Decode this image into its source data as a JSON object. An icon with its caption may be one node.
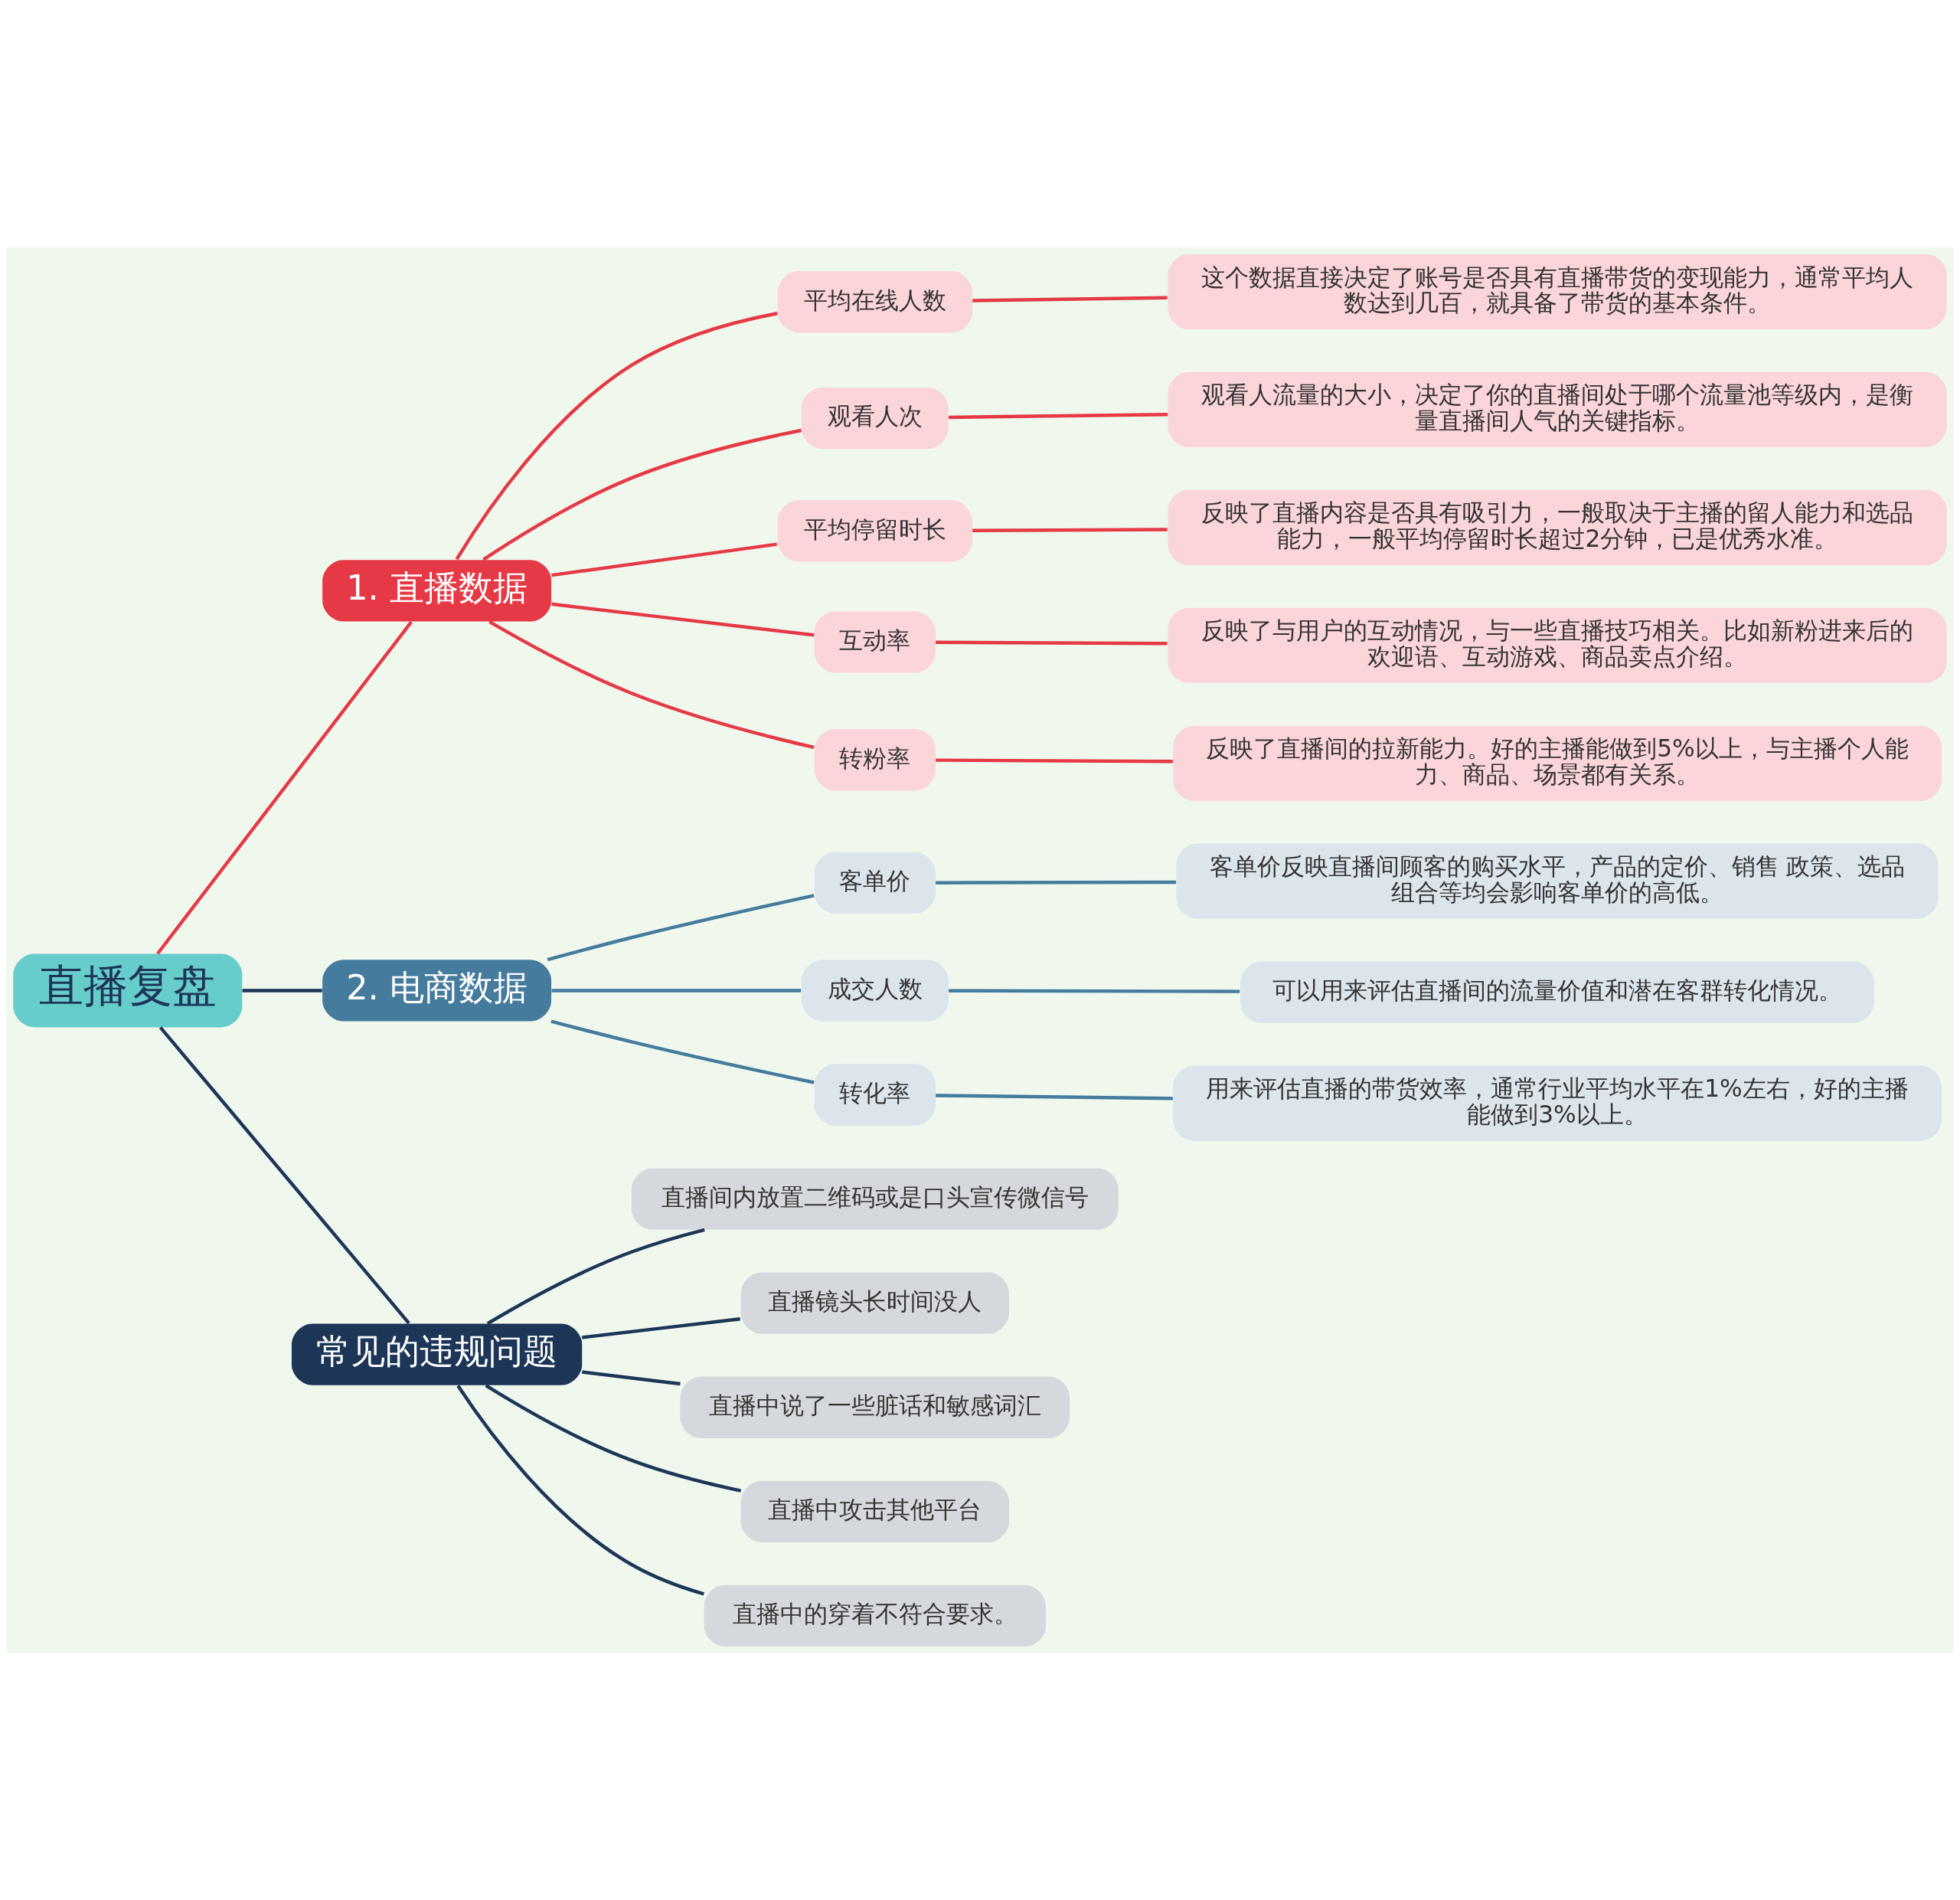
{
  "diagram": {
    "nodes": [
      {
        "text": [
          "直播复盘"
        ]
      },
      {
        "text": [
          "1. 直播数据"
        ]
      },
      {
        "text": [
          "平均在线人数"
        ]
      },
      {
        "text": [
          "这个数据直接决定了账号是否具有直播带货的变现能力，通常平均人数达到几百，就具备了带货的基本条件。"
        ]
      },
      {
        "text": [
          "观看人次"
        ]
      },
      {
        "text": [
          "观看人流量的大小，决定了你的直播间处于哪个流量池等级内，是衡量直播间人气的关键指标。"
        ]
      },
      {
        "text": [
          "平均停留时长"
        ]
      },
      {
        "text": [
          "反映了直播内容是否具有吸引力，一般取决于主播的留人能力和选品能力，一般平均停留时长超过2分钟，已是优秀水准。"
        ]
      },
      {
        "text": [
          "互动率"
        ]
      },
      {
        "text": [
          "反映了与用户的互动情况，与一些直播技巧相关。比如新粉进来后的欢迎语、互动游戏、商品卖点介绍。"
        ]
      },
      {
        "text": [
          "转粉率"
        ]
      },
      {
        "text": [
          "反映了直播间的拉新能力。好的主播能做到5%以上，与主播个人能力、商品、场景都有关系。"
        ]
      },
      {
        "text": [
          "2. 电商数据"
        ]
      },
      {
        "text": [
          "客单价"
        ]
      },
      {
        "text": [
          "客单价反映直播间顾客的购买水平，产品的定价、销售 政策、选品组合等均会影响客单价的高低。"
        ]
      },
      {
        "text": [
          "成交人数"
        ]
      },
      {
        "text": [
          "可以用来评估直播间的流量价值和潜在客群转化情况。"
        ]
      },
      {
        "text": [
          "转化率"
        ]
      },
      {
        "text": [
          "用来评估直播的带货效率，通常行业平均水平在1%左右，好的主播能做到3%以上。"
        ]
      },
      {
        "text": [
          "常见的违规问题"
        ]
      },
      {
        "text": [
          "直播间内放置二维码或是口头宣传微信号"
        ]
      },
      {
        "text": [
          "直播镜头长时间没人"
        ]
      },
      {
        "text": [
          "直播中说了一些脏话和敏感词汇"
        ]
      },
      {
        "text": [
          "直播中攻击其他平台"
        ]
      },
      {
        "text": [
          "直播中的穿着不符合要求。"
        ]
      }
    ],
    "edges": [
      {
        "from": 0,
        "to": 1,
        "arrow": "none"
      },
      {
        "from": 1,
        "to": 2,
        "arrow": "none"
      },
      {
        "from": 2,
        "to": 3,
        "arrow": "none"
      },
      {
        "from": 1,
        "to": 4,
        "arrow": "none"
      },
      {
        "from": 4,
        "to": 5,
        "arrow": "none"
      },
      {
        "from": 1,
        "to": 6,
        "arrow": "none"
      },
      {
        "from": 6,
        "to": 7,
        "arrow": "none"
      },
      {
        "from": 1,
        "to": 8,
        "arrow": "none"
      },
      {
        "from": 8,
        "to": 9,
        "arrow": "none"
      },
      {
        "from": 1,
        "to": 10,
        "arrow": "none"
      },
      {
        "from": 10,
        "to": 11,
        "arrow": "none"
      },
      {
        "from": 0,
        "to": 12,
        "arrow": "none",
        "color": "#1d3557"
      },
      {
        "from": 12,
        "to": 13,
        "arrow": "none",
        "color": "#457b9d"
      },
      {
        "from": 13,
        "to": 14,
        "arrow": "none",
        "color": "#457b9d"
      },
      {
        "from": 12,
        "to": 15,
        "arrow": "none",
        "color": "#457b9d"
      },
      {
        "from": 15,
        "to": 16,
        "arrow": "none",
        "color": "#457b9d"
      },
      {
        "from": 12,
        "to": 17,
        "arrow": "none",
        "color": "#457b9d"
      },
      {
        "from": 17,
        "to": 18,
        "arrow": "none",
        "color": "#457b9d"
      },
      {
        "from": 0,
        "to": 19,
        "arrow": "none",
        "color": "#1d3557"
      },
      {
        "from": 19,
        "to": 20,
        "arrow": "none",
        "color": "#1d3557"
      },
      {
        "from": 19,
        "to": 21,
        "arrow": "none",
        "color": "#1d3557"
      },
      {
        "from": 19,
        "to": 22,
        "arrow": "none",
        "color": "#1d3557"
      },
      {
        "from": 19,
        "to": 23,
        "arrow": "none",
        "color": "#1d3557"
      },
      {
        "from": 19,
        "to": 24,
        "arrow": "none",
        "color": "#1d3557"
      }
    ]
  }
}
